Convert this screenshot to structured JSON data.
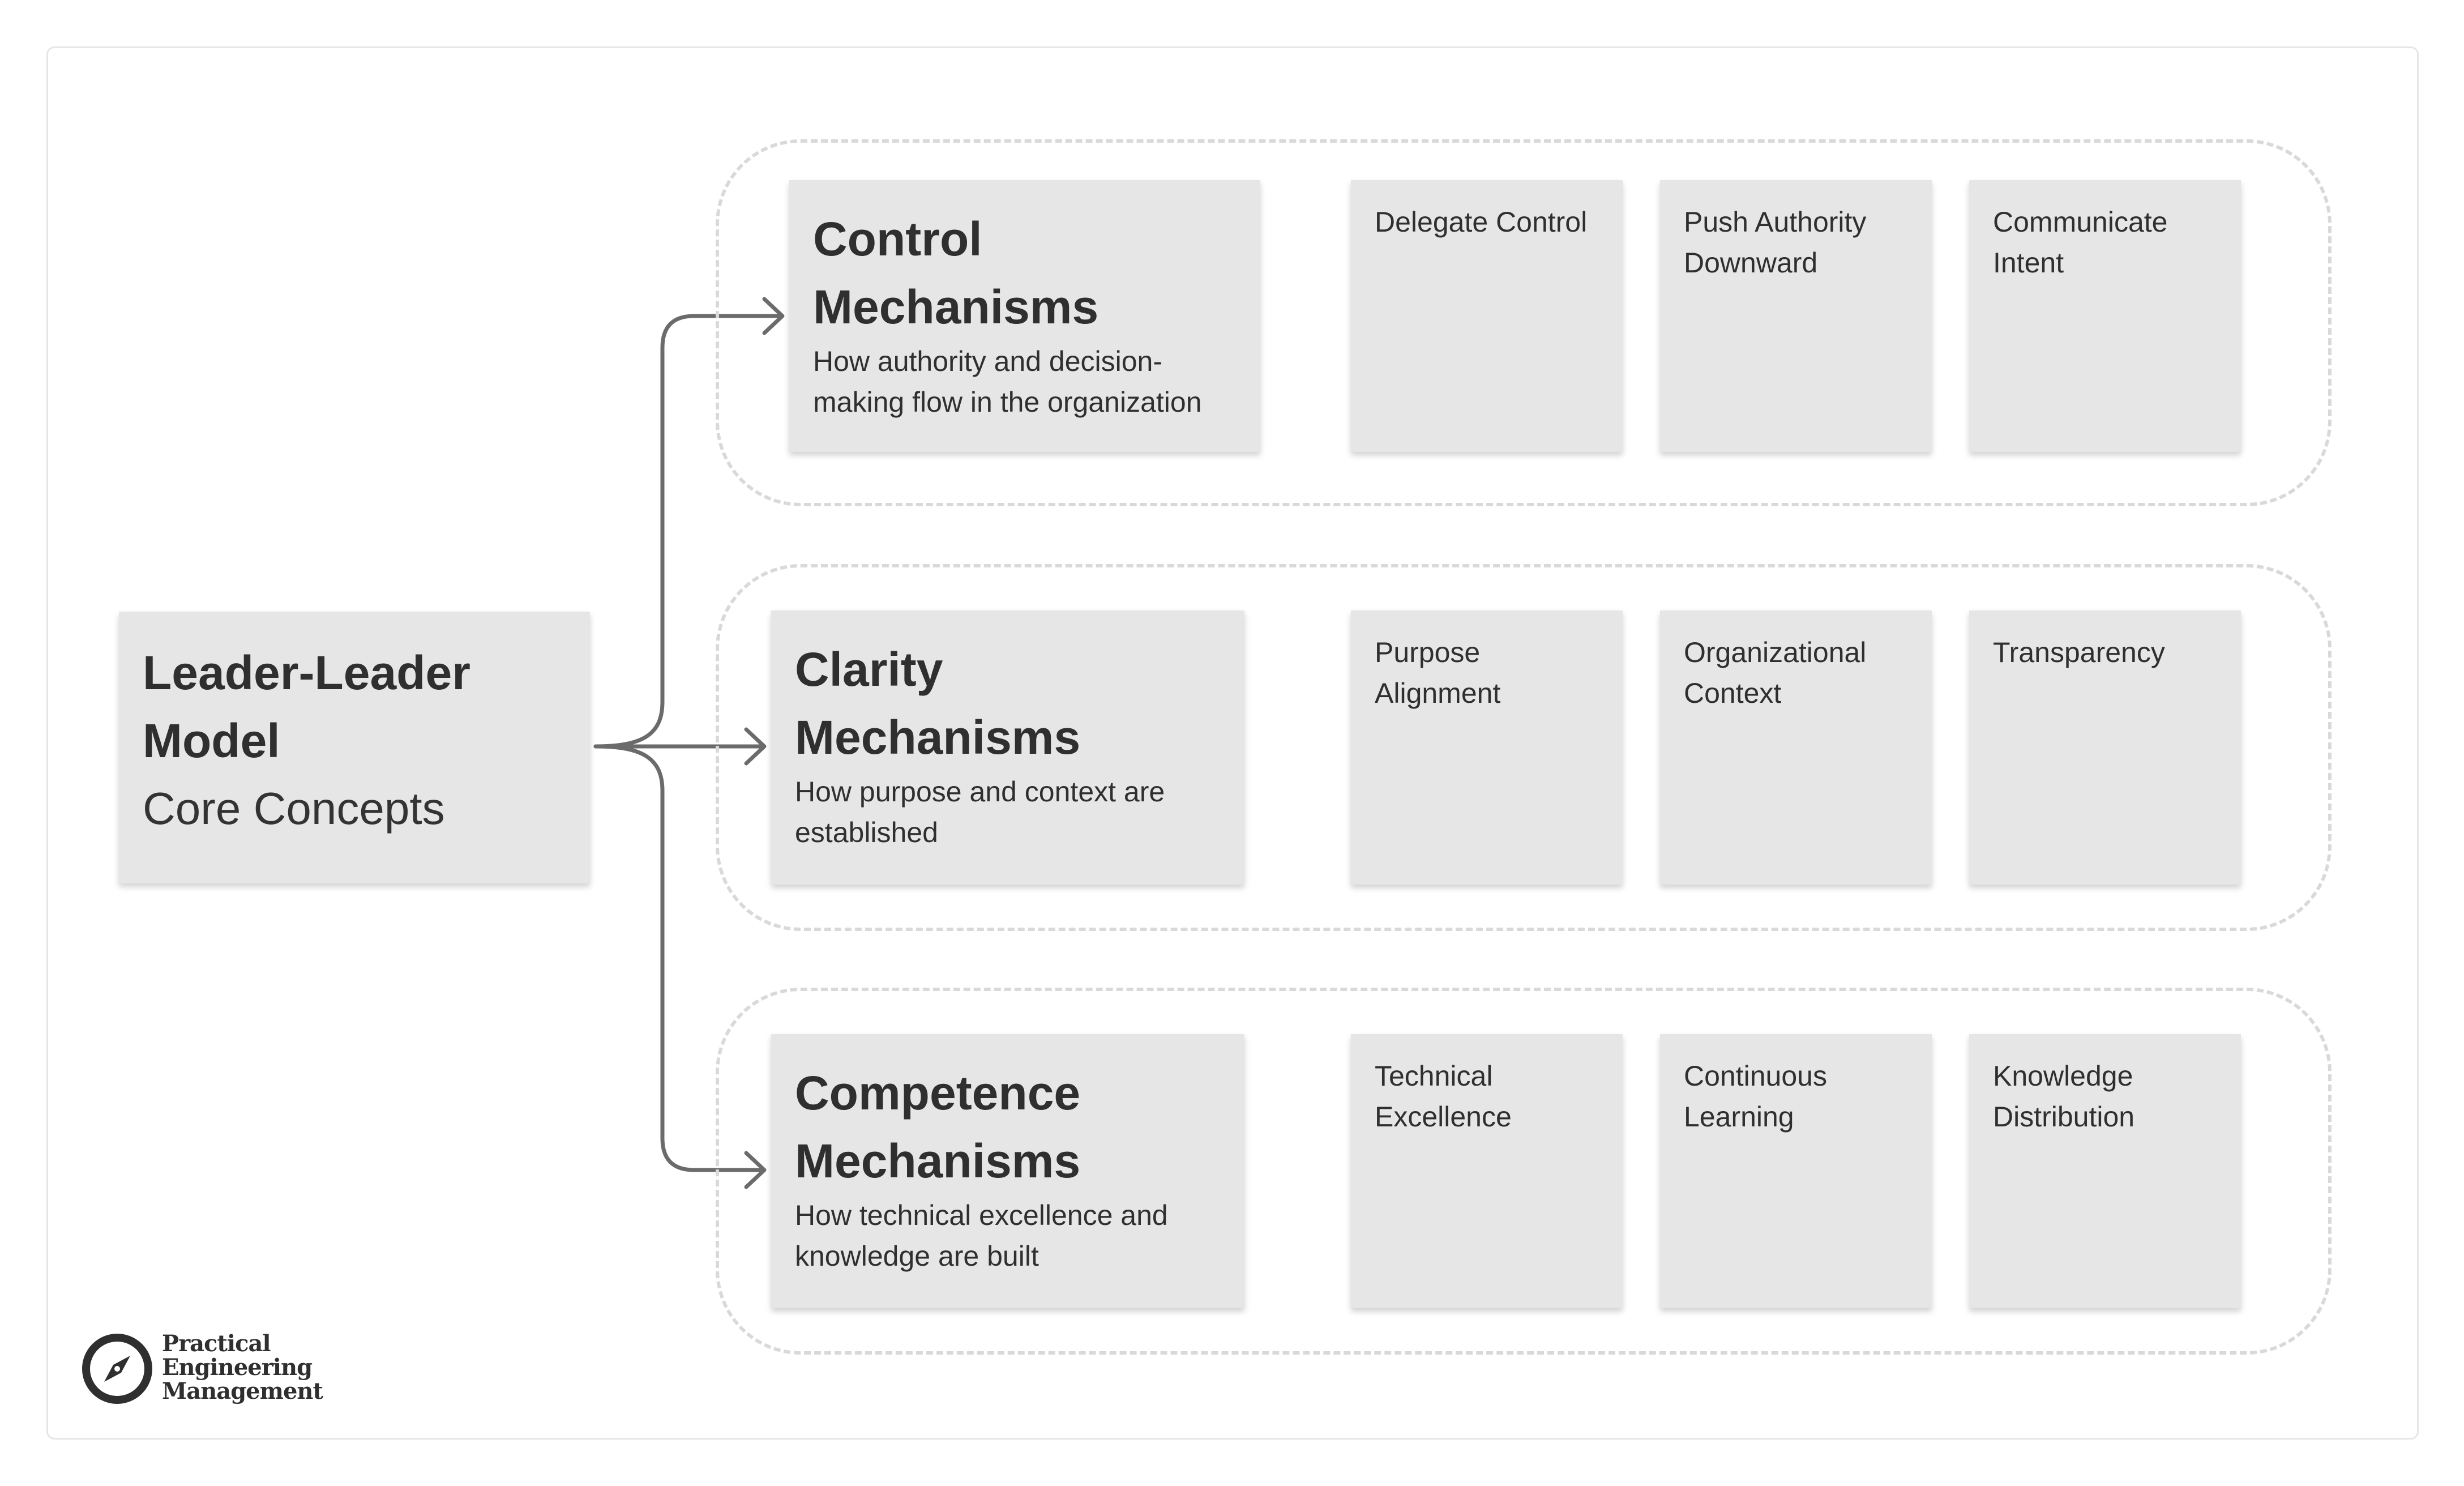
{
  "root": {
    "title": "Leader-Leader Model",
    "subtitle": "Core Concepts"
  },
  "groups": [
    {
      "title": "Control Mechanisms",
      "description": "How authority and decision-making flow in the organization",
      "items": [
        "Delegate Control",
        "Push Authority Downward",
        "Communicate Intent"
      ]
    },
    {
      "title": "Clarity Mechanisms",
      "description": "How purpose and context are established",
      "items": [
        "Purpose Alignment",
        "Organizational Context",
        "Transparency"
      ]
    },
    {
      "title": "Competence Mechanisms",
      "description": "How technical excellence and knowledge are built",
      "items": [
        "Technical Excellence",
        "Continuous Learning",
        "Knowledge Distribution"
      ]
    }
  ],
  "logo": {
    "icon": "compass-icon",
    "lines": [
      "Practical",
      "Engineering",
      "Management"
    ]
  },
  "colors": {
    "box": "#e6e6e6",
    "dashed_border": "#d9d9d9",
    "connector": "#6b6b6b",
    "text": "#2f2f2f"
  }
}
